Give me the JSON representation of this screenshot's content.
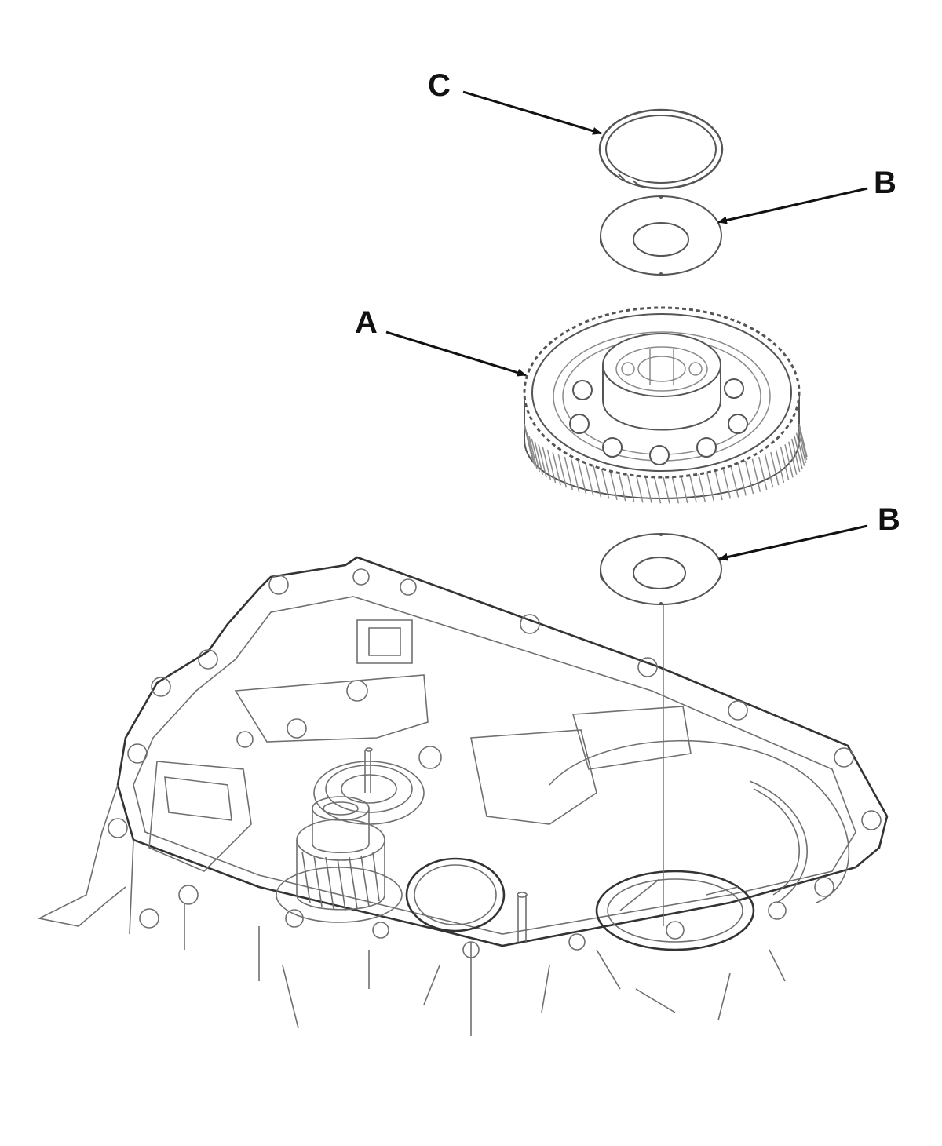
{
  "diagram": {
    "callouts": {
      "snap_ring": "C",
      "upper_thrust_washer": "B",
      "final_driven_gear": "A",
      "lower_thrust_washer": "B"
    }
  }
}
